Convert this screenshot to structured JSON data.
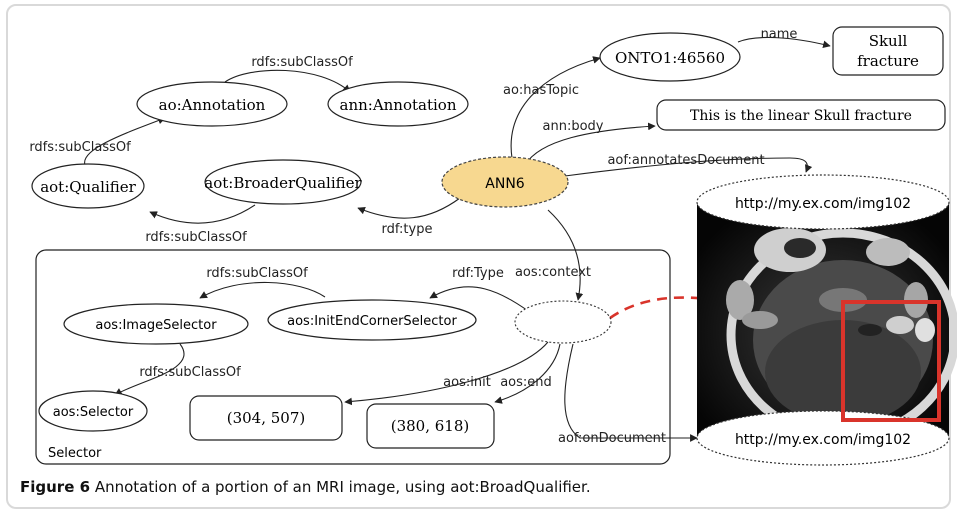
{
  "figure": {
    "caption_label": "Figure 6",
    "caption_text": "Annotation of a portion of an MRI image, using aot:BroadQualifier."
  },
  "nodes": {
    "ao_annotation": "ao:Annotation",
    "ann_annotation": "ann:Annotation",
    "aot_qualifier": "aot:Qualifier",
    "aot_broader_qualifier": "aot:BroaderQualifier",
    "ann6": "ANN6",
    "onto1": "ONTO1:46560",
    "skull_fracture_line1": "Skull",
    "skull_fracture_line2": "fracture",
    "body_text": "This is the linear Skull fracture",
    "doc_url_top": "http://my.ex.com/img102",
    "doc_url_bottom": "http://my.ex.com/img102",
    "aos_image_selector": "aos:ImageSelector",
    "aos_init_end_corner_selector": "aos:InitEndCornerSelector",
    "aos_selector": "aos:Selector",
    "init_coords": "(304, 507)",
    "end_coords": "(380, 618)",
    "selector_box_label": "Selector"
  },
  "edges": {
    "e_subclass_top": "rdfs:subClassOf",
    "e_subclass_left": "rdfs:subClassOf",
    "e_subclass_mid": "rdfs:subClassOf",
    "e_rdf_type": "rdf:type",
    "e_has_topic": "ao:hasTopic",
    "e_name": "name",
    "e_ann_body": "ann:body",
    "e_annotates_document": "aof:annotatesDocument",
    "e_aos_context": "aos:context",
    "e_subclass_sel1": "rdfs:subClassOf",
    "e_rdf_Type": "rdf:Type",
    "e_subclass_sel2": "rdfs:subClassOf",
    "e_aos_init": "aos:init",
    "e_aos_end": "aos:end",
    "e_on_document": "aof:onDocument"
  },
  "colors": {
    "ann6_fill": "#f7d890",
    "highlight_red": "#d9342b",
    "edge": "#222222"
  }
}
